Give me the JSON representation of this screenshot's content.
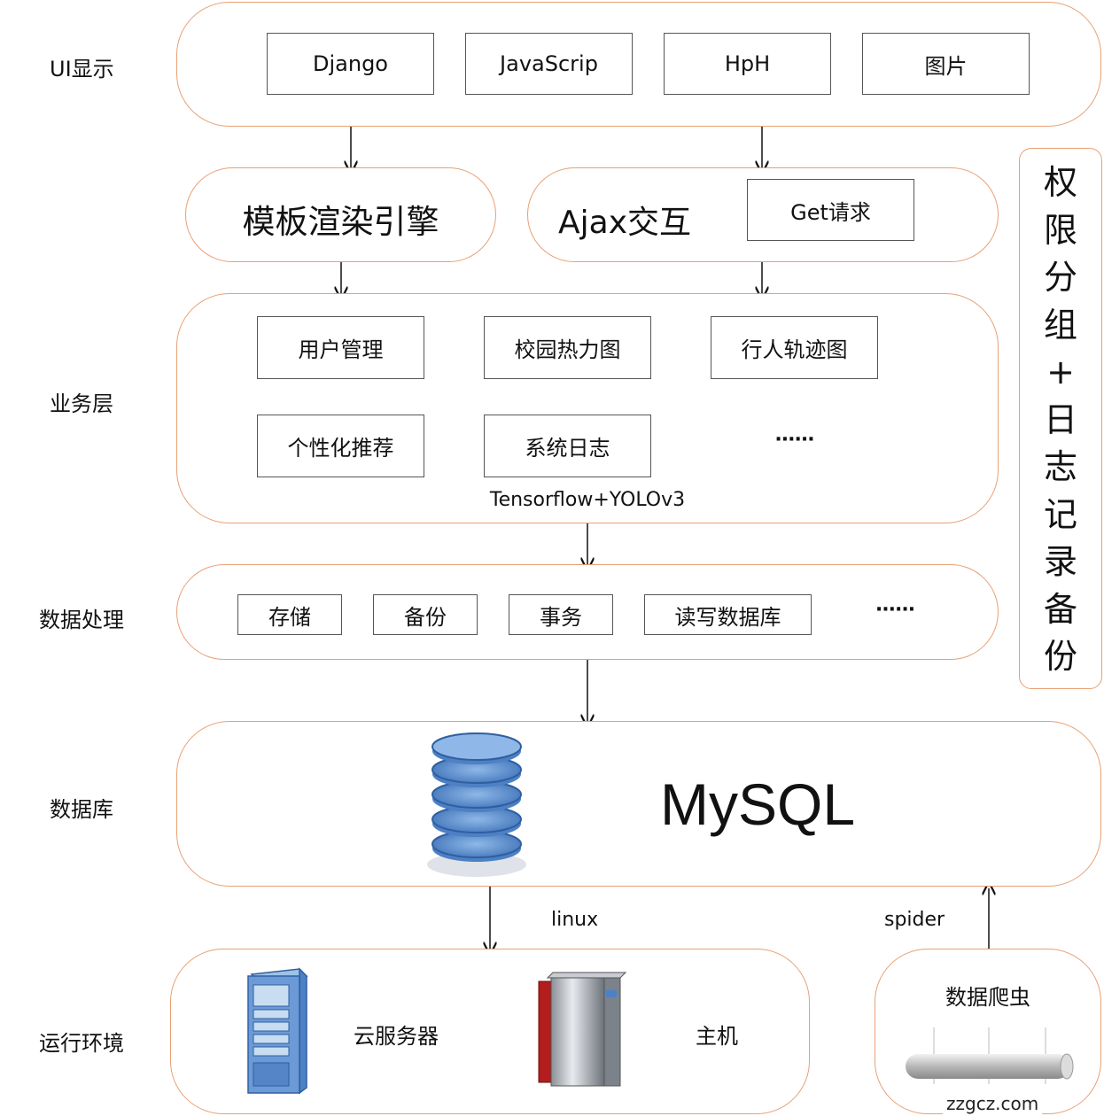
{
  "layers": {
    "ui": "UI显示",
    "business": "业务层",
    "data_processing": "数据处理",
    "database": "数据库",
    "runtime": "运行环境"
  },
  "ui_boxes": [
    "Django",
    "JavaScrip",
    "HpH",
    "图片"
  ],
  "template_engine": "模板渲染引擎",
  "ajax": {
    "title": "Ajax交互",
    "get": "Get请求"
  },
  "business_modules": {
    "row1": [
      "用户管理",
      "校园热力图",
      "行人轨迹图"
    ],
    "row2": [
      "个性化推荐",
      "系统日志"
    ],
    "more": "······"
  },
  "tensorflow": "Tensorflow+YOLOv3",
  "processing_items": [
    "存储",
    "备份",
    "事务",
    "读写数据库"
  ],
  "processing_more": "······",
  "mysql": "MySQL",
  "linux": "linux",
  "spider": "spider",
  "runtime_items": {
    "cloud": "云服务器",
    "host": "主机"
  },
  "crawler": "数据爬虫",
  "side_panel": [
    "权",
    "限",
    "分",
    "组",
    "+",
    "日",
    "志",
    "记",
    "录",
    "备",
    "份"
  ],
  "watermark": "zzgcz.com",
  "colors": {
    "panel_border": "#e8a074",
    "box_border": "#555555",
    "db_blue": "#5b8fd0"
  },
  "icons": [
    "database-icon",
    "server-icon",
    "host-icon",
    "pipe-icon"
  ]
}
